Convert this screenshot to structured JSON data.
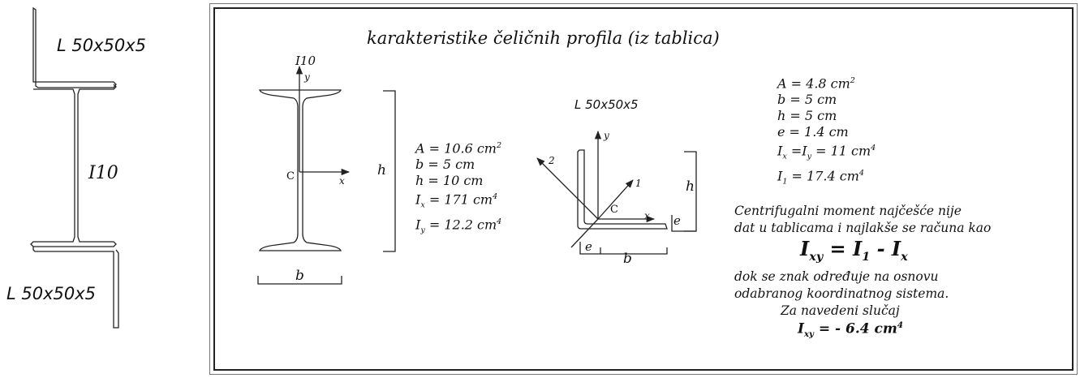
{
  "left_assembly": {
    "top_angle_label": "L 50x50x5",
    "web_label": "I10",
    "bottom_angle_label": "L 50x50x5"
  },
  "panel": {
    "title": "karakteristike čeličnih profila (iz tablica)",
    "i_section": {
      "name": "I10",
      "axis_y": "y",
      "axis_x": "x",
      "centroid": "C",
      "dim_h": "h",
      "dim_b": "b",
      "props": {
        "A": "A = 10.6 cm",
        "A_exp": "2",
        "b": "b = 5 cm",
        "h": "h = 10 cm",
        "Ix_pre": "I",
        "Ix_sub": "x",
        "Ix_mid": " = 171 cm",
        "Ix_exp": "4",
        "Iy_pre": "I",
        "Iy_sub": "y",
        "Iy_mid": " = 12.2 cm",
        "Iy_exp": "4"
      }
    },
    "angle_section": {
      "name": "L 50x50x5",
      "axis_y": "y",
      "axis_x": "x",
      "axis_1": "1",
      "axis_2": "2",
      "centroid": "C",
      "dim_h": "h",
      "dim_e_right": "e",
      "dim_e_bottom": "e",
      "dim_b": "b",
      "props": {
        "A": "A = 4.8 cm",
        "A_exp": "2",
        "b": "b = 5 cm",
        "h": "h = 5 cm",
        "e": "e = 1.4 cm",
        "Ixy_pre": "I",
        "Ix_sub": "x",
        "Ixy_eq": " =I",
        "Iy_sub": "y",
        "Ixy_mid": " = 11 cm",
        "Ixy_exp": "4",
        "I1_pre": "I",
        "I1_sub": "1",
        "I1_mid": " = 17.4 cm",
        "I1_exp": "4"
      }
    },
    "note": {
      "line1": "Centrifugalni moment najčešće nije",
      "line2": "dat u tablicama i najlakše se računa kao",
      "formula_I": "I",
      "formula_sub_xy": "xy",
      "formula_eq": " = I",
      "formula_sub_1": "1",
      "formula_minus": " - I",
      "formula_sub_x": "x",
      "line3": "dok se znak određuje na osnovu",
      "line4": "odabranog koordinatnog sistema.",
      "line5": "Za navedeni slučaj",
      "result_I": "I",
      "result_sub": "xy",
      "result_val": " = - 6.4 cm",
      "result_exp": "4"
    }
  }
}
